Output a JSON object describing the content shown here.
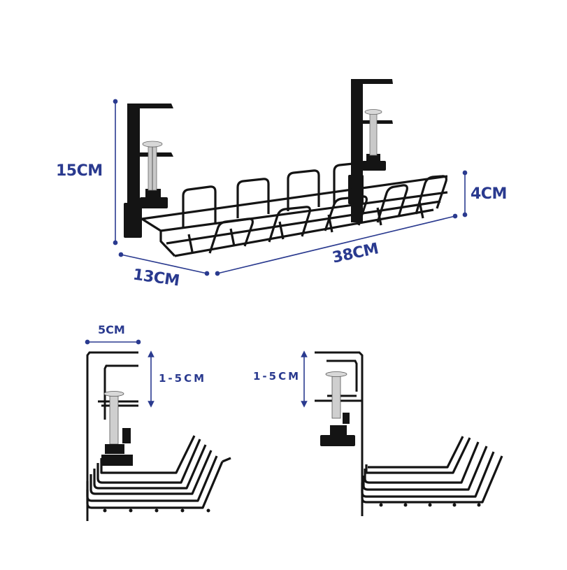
{
  "diagram": {
    "subject": "Under-desk cable management wire tray with clamp mounts",
    "colors": {
      "dimension": "#2a3a8f",
      "product": "#111111",
      "metal": "#b8b8b8",
      "background": "#ffffff"
    },
    "main_view": {
      "height_label": "15CM",
      "depth_label": "13CM",
      "length_label": "38CM",
      "tray_height_label": "4CM"
    },
    "side_view_left": {
      "clamp_width_label": "5CM",
      "clamp_range_label": "1-5CM"
    },
    "side_view_right": {
      "clamp_range_label": "1-5CM"
    }
  }
}
